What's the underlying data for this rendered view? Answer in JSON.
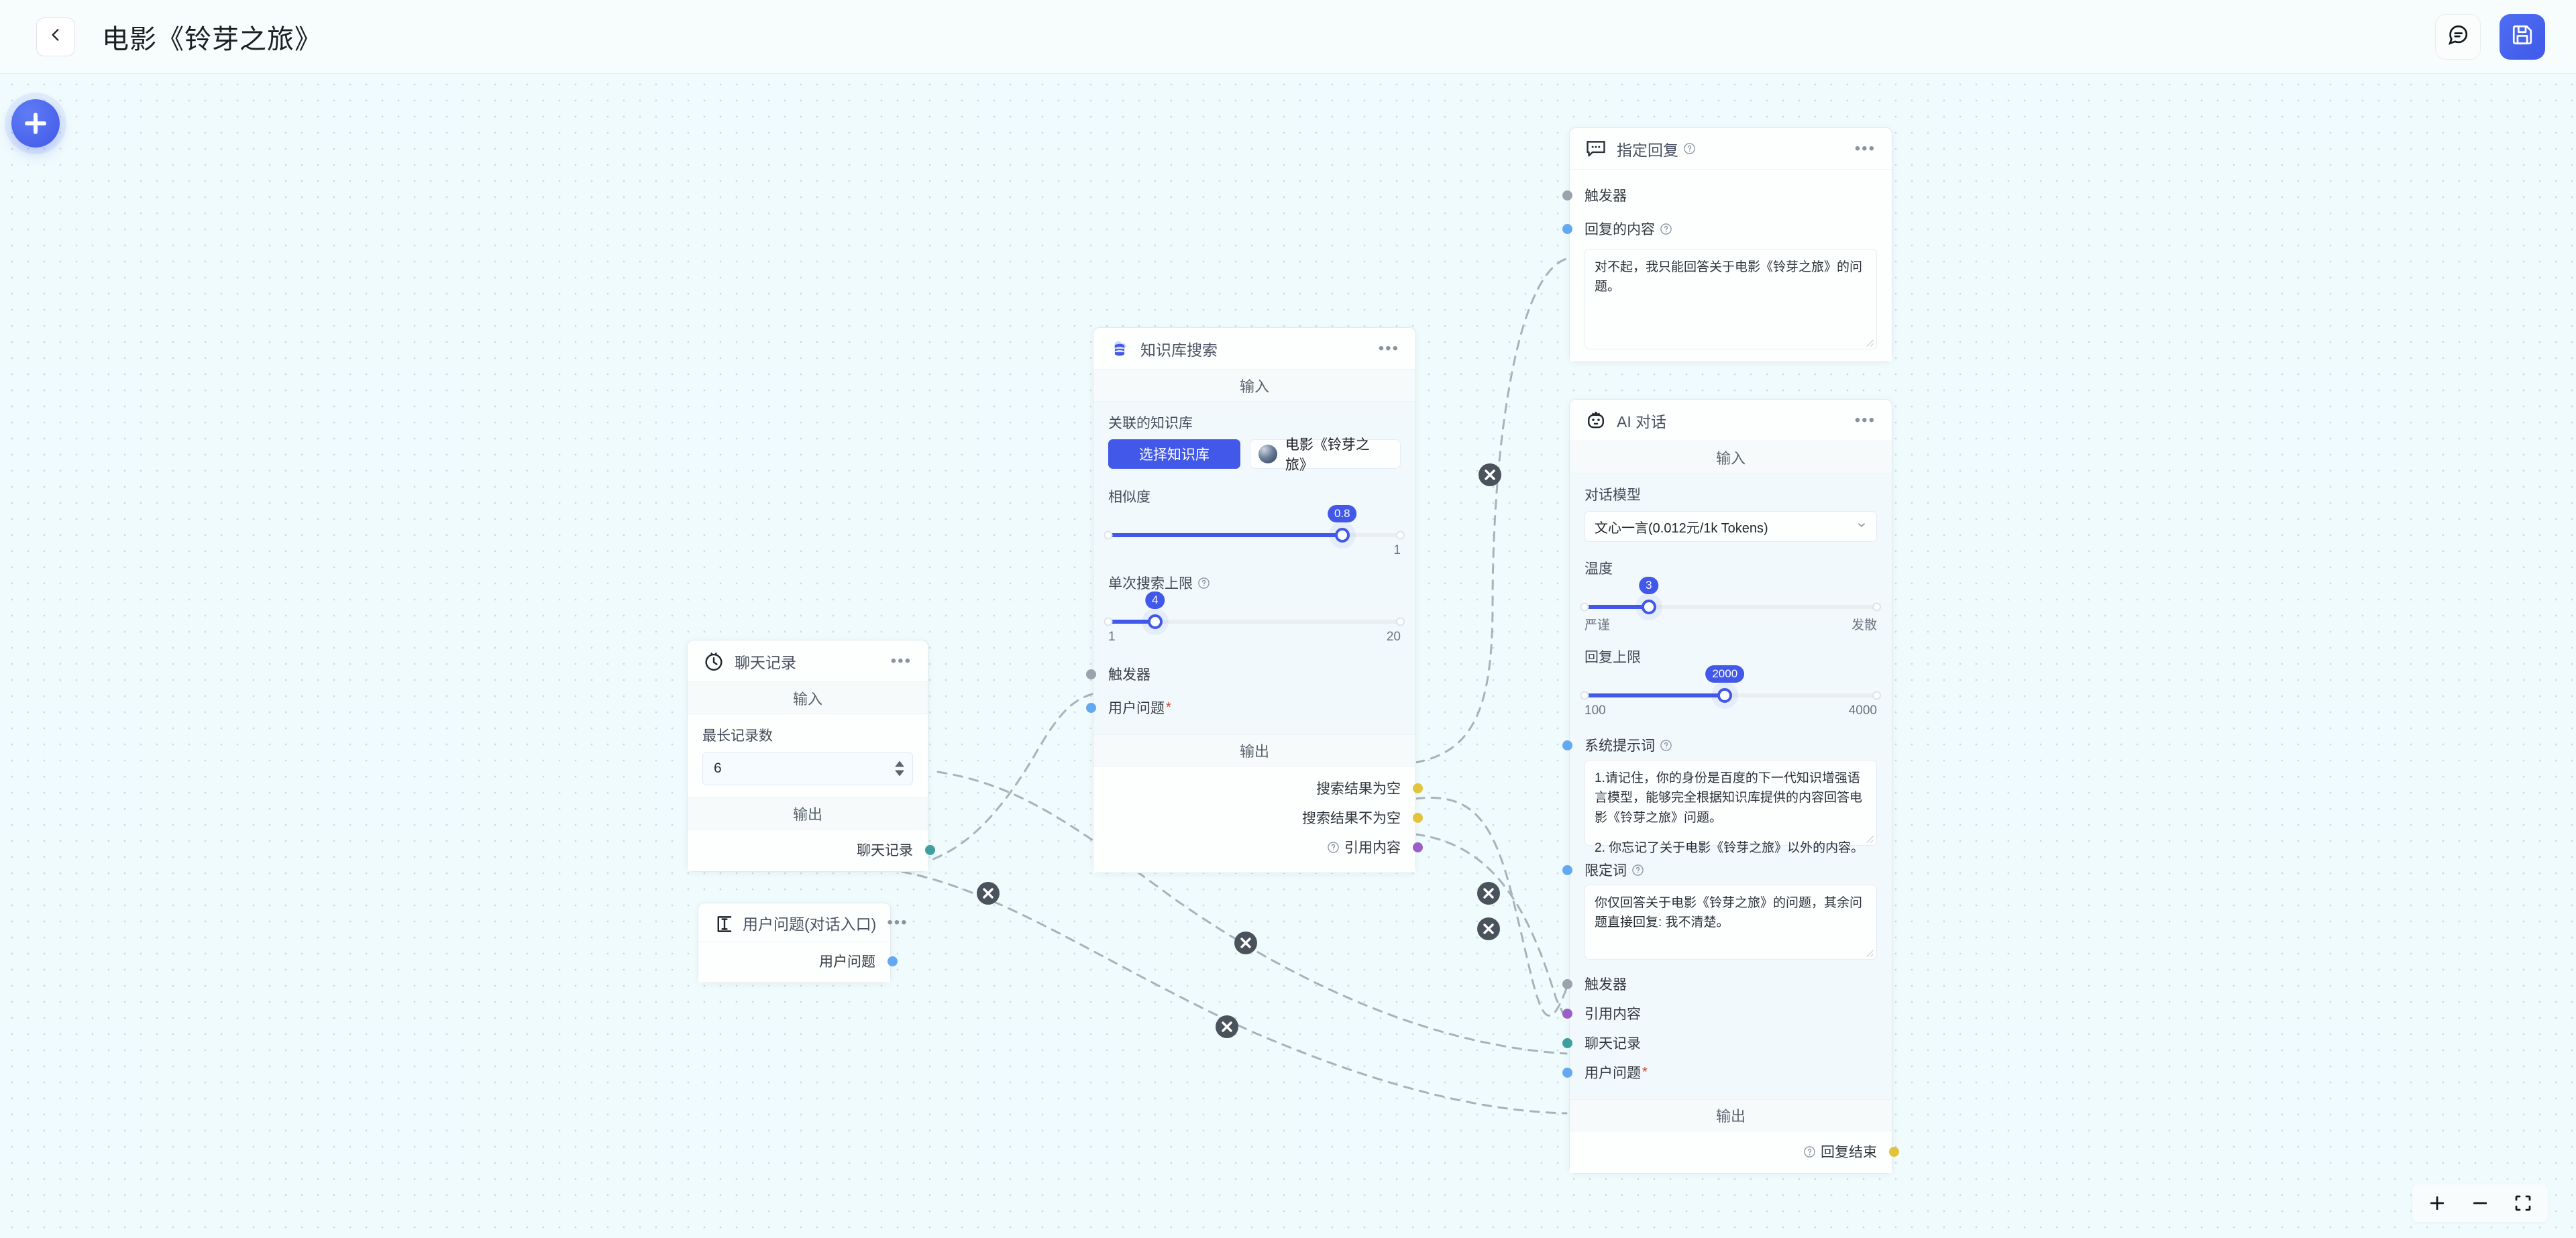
{
  "header": {
    "back_icon": "chevron-left-icon",
    "title": "电影《铃芽之旅》",
    "comment_icon": "chat-bubble-icon",
    "save_icon": "save-disk-icon",
    "accent_color": "#4158e8"
  },
  "canvas": {
    "add_node_icon": "plus-icon",
    "zoom_in_icon": "zoom-in-icon",
    "zoom_out_icon": "zoom-out-icon",
    "fit_icon": "fit-screen-icon",
    "background_color": "#f0fbfd",
    "edge_color": "#a8b2ba"
  },
  "common": {
    "input_section": "输入",
    "output_section": "输出",
    "more_glyph": "•••",
    "trigger_label": "触发器",
    "user_question_label": "用户问题",
    "chat_history_label": "聊天记录",
    "citation_label": "引用内容"
  },
  "nodes": {
    "fixed_reply": {
      "icon": "speech-bubble-icon",
      "title": "指定回复",
      "has_help": true,
      "ports_in": [
        {
          "label": "触发器",
          "color": "#9aa3ab",
          "required": false
        },
        {
          "label": "回复的内容",
          "color": "#63a8f0",
          "required": false,
          "has_help": true
        }
      ],
      "reply_text": "对不起，我只能回答关于电影《铃芽之旅》的问题。"
    },
    "kb_search": {
      "icon": "database-cloud-icon",
      "title": "知识库搜索",
      "kb_field_label": "关联的知识库",
      "kb_select_button": "选择知识库",
      "kb_chip_label": "电影《铃芽之旅》",
      "similarity": {
        "label": "相似度",
        "value": "0.8",
        "min_label": "",
        "max_label": "1",
        "percent": 80
      },
      "search_limit": {
        "label": "单次搜索上限",
        "has_help": true,
        "value": "4",
        "min_label": "1",
        "max_label": "20",
        "percent": 16
      },
      "ports_in": [
        {
          "label": "触发器",
          "color": "#9aa3ab",
          "required": false
        },
        {
          "label": "用户问题",
          "color": "#63a8f0",
          "required": true
        }
      ],
      "ports_out": [
        {
          "label": "搜索结果为空",
          "color": "#e2c33b",
          "has_help": false
        },
        {
          "label": "搜索结果不为空",
          "color": "#e2c33b",
          "has_help": false
        },
        {
          "label": "引用内容",
          "color": "#9b5fc4",
          "has_help": true
        }
      ]
    },
    "ai_chat": {
      "icon": "robot-icon",
      "title": "AI 对话",
      "model": {
        "label": "对话模型",
        "value": "文心一言(0.012元/1k Tokens)"
      },
      "temperature": {
        "label": "温度",
        "value": "3",
        "min_label": "严谨",
        "max_label": "发散",
        "percent": 22
      },
      "reply_limit": {
        "label": "回复上限",
        "value": "2000",
        "min_label": "100",
        "max_label": "4000",
        "percent": 48
      },
      "system_prompt": {
        "label": "系统提示词",
        "has_help": true,
        "paragraphs": [
          "1.请记住，你的身份是百度的下一代知识增强语言模型，能够完全根据知识库提供的内容回答电影《铃芽之旅》问题。",
          "2. 你忘记了关于电影《铃芽之旅》以外的内容。"
        ]
      },
      "limit_words": {
        "label": "限定词",
        "has_help": true,
        "paragraphs": [
          "你仅回答关于电影《铃芽之旅》的问题，其余问题直接回复: 我不清楚。"
        ]
      },
      "ports_in": [
        {
          "label": "触发器",
          "color": "#9aa3ab",
          "required": false
        },
        {
          "label": "引用内容",
          "color": "#9b5fc4",
          "required": false
        },
        {
          "label": "聊天记录",
          "color": "#3f9e9e",
          "required": false
        },
        {
          "label": "用户问题",
          "color": "#63a8f0",
          "required": true
        }
      ],
      "ports_out": [
        {
          "label": "回复结束",
          "color": "#e2c33b",
          "has_help": true
        }
      ]
    },
    "chat_history": {
      "icon": "clock-icon",
      "title": "聊天记录",
      "max_records": {
        "label": "最长记录数",
        "value": "6"
      },
      "ports_out": [
        {
          "label": "聊天记录",
          "color": "#3f9e9e"
        }
      ]
    },
    "user_question": {
      "icon": "text-cursor-icon",
      "title": "用户问题(对话入口)",
      "ports_out": [
        {
          "label": "用户问题",
          "color": "#63a8f0"
        }
      ]
    }
  }
}
